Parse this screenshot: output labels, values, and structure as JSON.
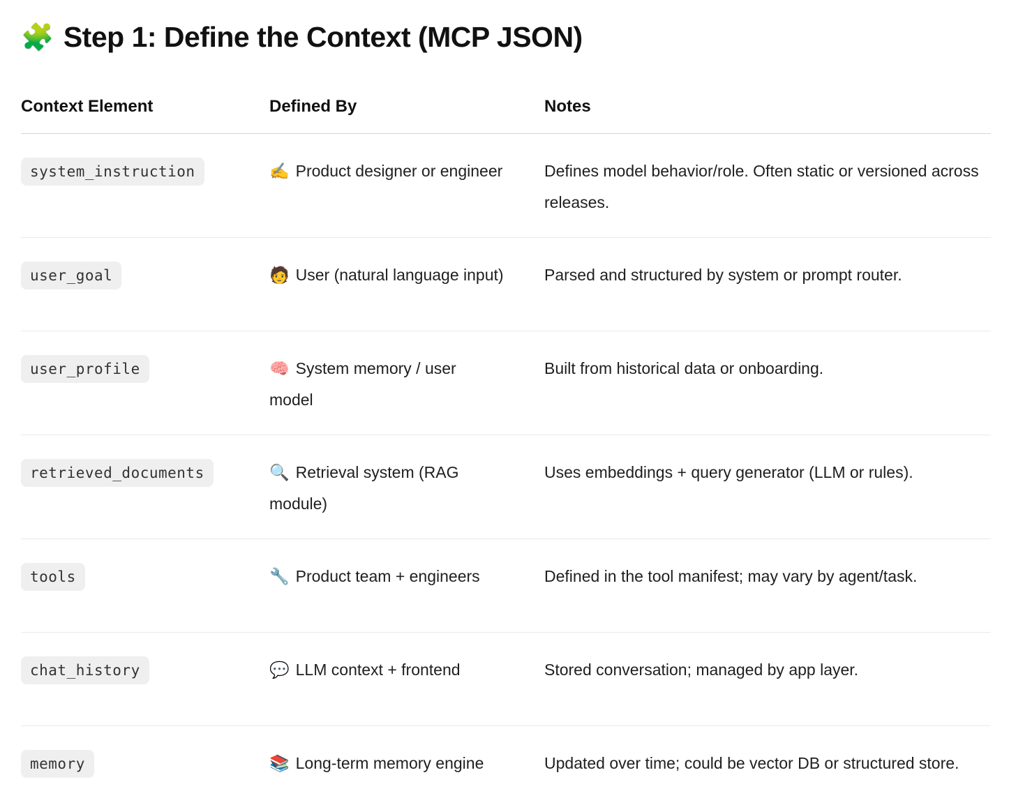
{
  "page": {
    "title_emoji": "🧩",
    "title": "Step 1: Define the Context (MCP JSON)"
  },
  "table": {
    "columns": [
      "Context Element",
      "Defined By",
      "Notes"
    ],
    "rows": [
      {
        "element": "system_instruction",
        "emoji": "✍️",
        "defined_by": "Product designer or engineer",
        "notes": "Defines model behavior/role. Often static or versioned across releases."
      },
      {
        "element": "user_goal",
        "emoji": "🧑",
        "defined_by": "User (natural language input)",
        "notes": "Parsed and structured by system or prompt router."
      },
      {
        "element": "user_profile",
        "emoji": "🧠",
        "defined_by": "System memory / user model",
        "notes": "Built from historical data or onboarding."
      },
      {
        "element": "retrieved_documents",
        "emoji": "🔍",
        "defined_by": "Retrieval system (RAG module)",
        "notes": "Uses embeddings + query generator (LLM or rules)."
      },
      {
        "element": "tools",
        "emoji": "🔧",
        "defined_by": "Product team + engineers",
        "notes": "Defined in the tool manifest; may vary by agent/task."
      },
      {
        "element": "chat_history",
        "emoji": "💬",
        "defined_by": "LLM context + frontend",
        "notes": "Stored conversation; managed by app layer."
      },
      {
        "element": "memory",
        "emoji": "📚",
        "defined_by": "Long-term memory engine",
        "notes": "Updated over time; could be vector DB or structured store."
      }
    ]
  },
  "colors": {
    "background": "#ffffff",
    "text": "#1f1f1f",
    "chip_background": "#efefef",
    "header_divider": "#d6d6d6",
    "row_divider": "#e9e9e9"
  }
}
